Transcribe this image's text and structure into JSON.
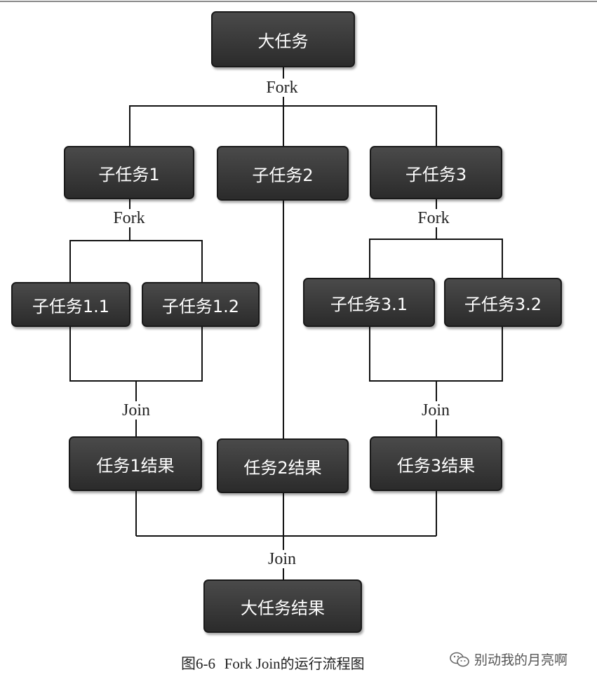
{
  "nodes": {
    "big_task": "大任务",
    "sub1": "子任务1",
    "sub2": "子任务2",
    "sub3": "子任务3",
    "sub1_1": "子任务1.1",
    "sub1_2": "子任务1.2",
    "sub3_1": "子任务3.1",
    "sub3_2": "子任务3.2",
    "result1": "任务1结果",
    "result2": "任务2结果",
    "result3": "任务3结果",
    "big_result": "大任务结果"
  },
  "labels": {
    "fork_top": "Fork",
    "fork_left": "Fork",
    "fork_right": "Fork",
    "join_left": "Join",
    "join_right": "Join",
    "join_bottom": "Join"
  },
  "caption": {
    "number": "图6-6",
    "english": "Fork Join",
    "chinese": "的运行流程图"
  },
  "watermark": {
    "text": "别动我的月亮啊",
    "icon": "wechat-icon"
  },
  "colors": {
    "box_fill": "#3a3a3a",
    "box_text": "#ffffff",
    "line": "#111111"
  }
}
